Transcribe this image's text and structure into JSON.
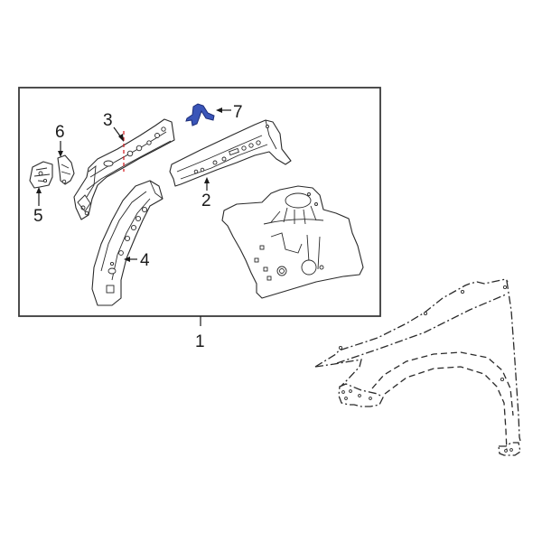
{
  "diagram": {
    "title": "Front inner fender / apron assembly exploded view",
    "colors": {
      "highlight": "#3a55b8",
      "cut_line": "#d6262b",
      "line_art": "#2a2a2a",
      "background": "#ffffff"
    },
    "assembly_box": {
      "label": "1"
    },
    "callouts": [
      {
        "id": "1",
        "label": "1",
        "part": "Apron assembly (boxed group)"
      },
      {
        "id": "2",
        "label": "2",
        "part": "Upper reinforcement rail"
      },
      {
        "id": "3",
        "label": "3",
        "part": "Front rail / upper member (with cut line)"
      },
      {
        "id": "4",
        "label": "4",
        "part": "Lower member / arch reinforcement"
      },
      {
        "id": "5",
        "label": "5",
        "part": "Small bracket"
      },
      {
        "id": "6",
        "label": "6",
        "part": "Small gusset bracket"
      },
      {
        "id": "7",
        "label": "7",
        "part": "Bracket (highlighted)"
      }
    ],
    "reference_parts": [
      {
        "name": "Apron / wheelhouse panel",
        "style": "solid"
      },
      {
        "name": "Fender",
        "style": "dashed outline"
      }
    ]
  }
}
